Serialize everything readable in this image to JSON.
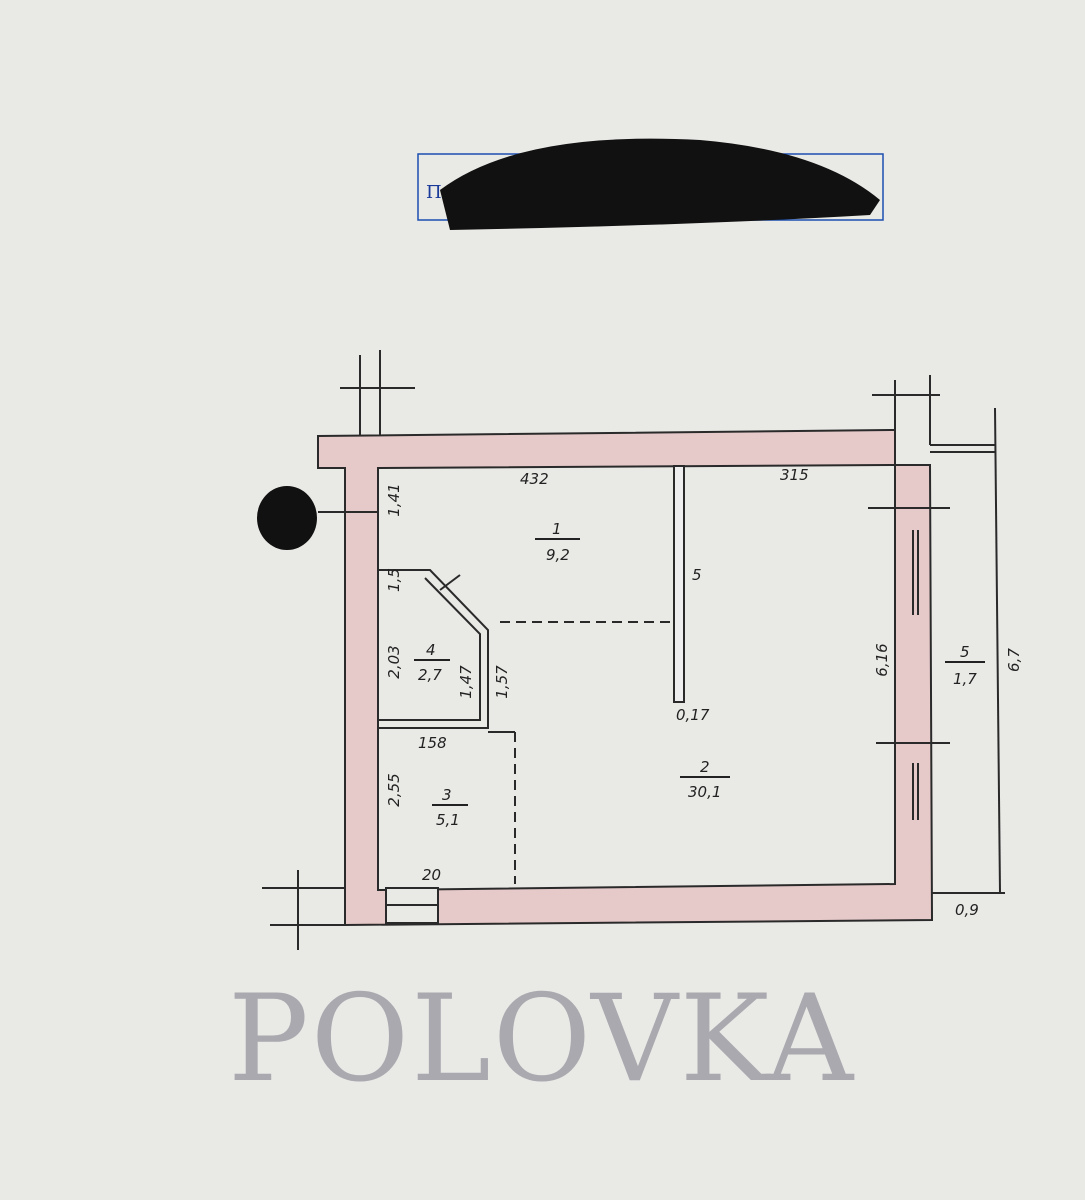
{
  "header": {
    "visible_text": "П"
  },
  "watermark": "POLOVKA",
  "colors": {
    "paper": "#e9e9e6",
    "wall_fill": "#e6c9c9",
    "line": "#2a2a2a",
    "header_border": "#1a4fb0"
  },
  "rooms": [
    {
      "number": "1",
      "area": "9,2"
    },
    {
      "number": "2",
      "area": "30,1"
    },
    {
      "number": "3",
      "area": "5,1"
    },
    {
      "number": "4",
      "area": "2,7"
    },
    {
      "number": "5",
      "area": "1,7"
    }
  ],
  "dimensions": {
    "top_left": "432",
    "top_right": "315",
    "left_upper": "1,41",
    "left_small": "1,5",
    "left_mid": "2,03",
    "closet_inner": "1,47",
    "closet_right": "1,57",
    "partition": "5",
    "partition_end": "0,17",
    "bath_top": "158",
    "bath_left": "2,55",
    "bottom": "20",
    "right_inner": "6,16",
    "right_outer": "6,7",
    "balcony_width": "0,9"
  }
}
